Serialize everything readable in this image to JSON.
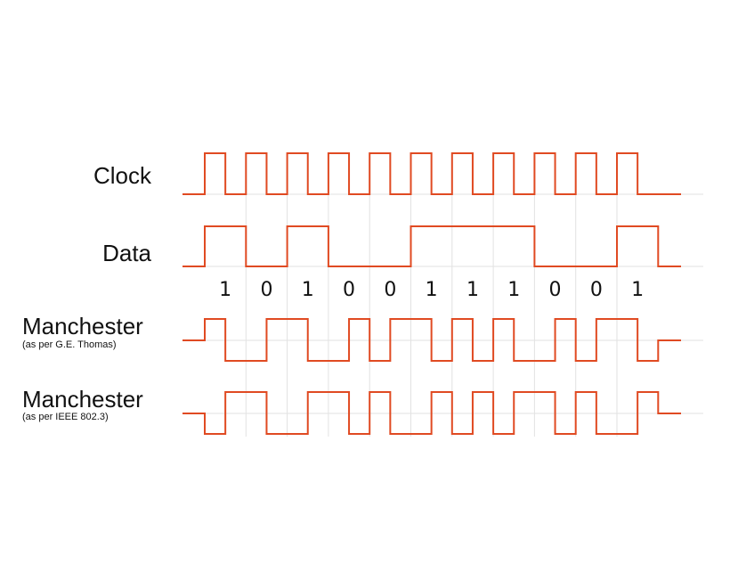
{
  "colors": {
    "signal": "#e04a22",
    "grid": "#e2e2e2"
  },
  "rows": {
    "clock": {
      "label": "Clock",
      "sublabel": ""
    },
    "data": {
      "label": "Data",
      "sublabel": ""
    },
    "thomas": {
      "label": "Manchester",
      "sublabel": "(as per G.E. Thomas)"
    },
    "ieee": {
      "label": "Manchester",
      "sublabel": "(as per IEEE 802.3)"
    }
  },
  "bits": [
    "1",
    "0",
    "1",
    "0",
    "0",
    "1",
    "1",
    "1",
    "0",
    "0",
    "1"
  ]
}
